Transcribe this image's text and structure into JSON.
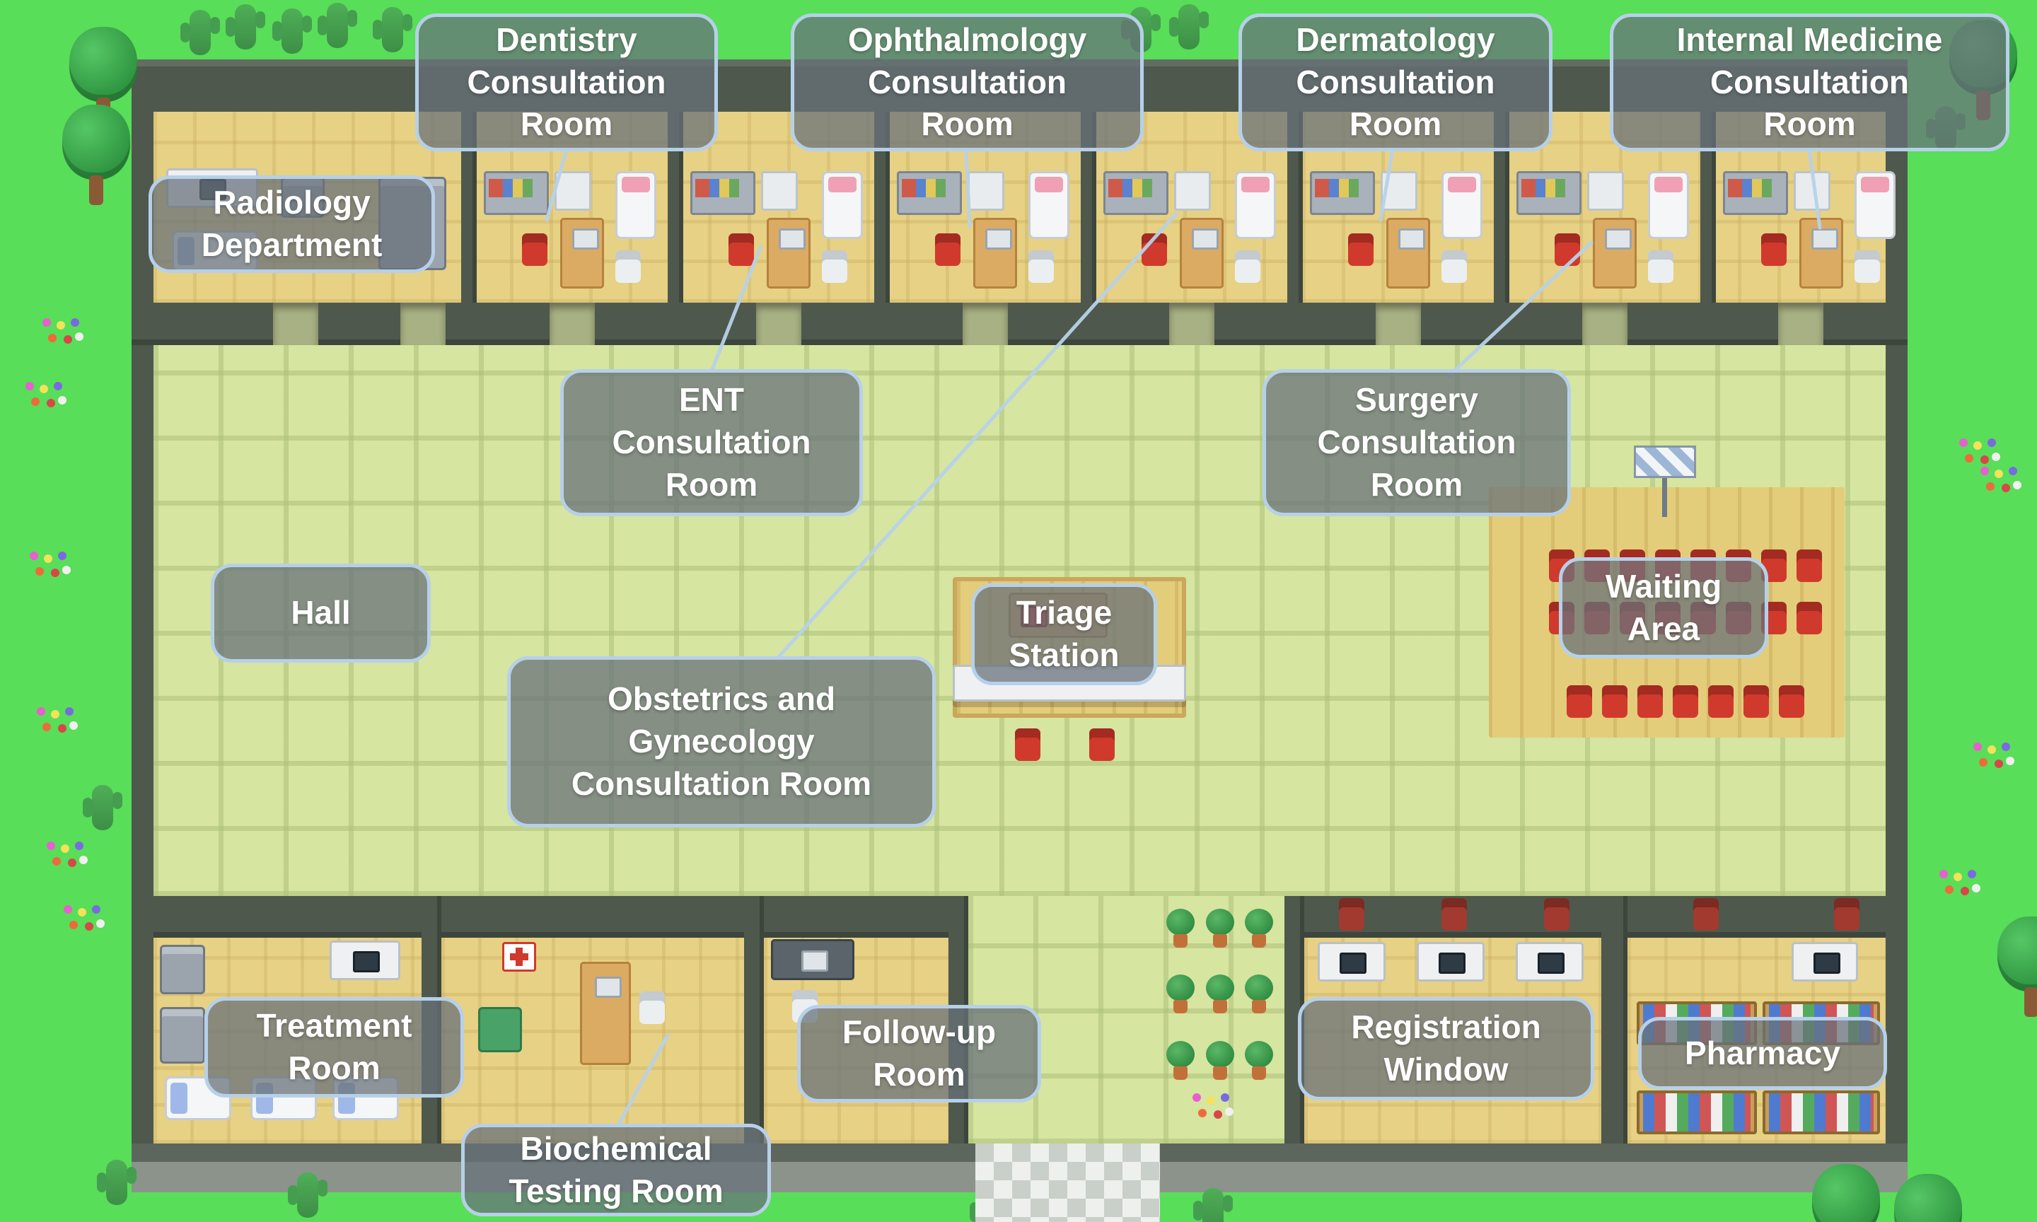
{
  "labels": {
    "dentistry": "Dentistry\nConsultation\nRoom",
    "ophthalmology": "Ophthalmology\nConsultation\nRoom",
    "dermatology": "Dermatology\nConsultation\nRoom",
    "internal_medicine": "Internal Medicine\nConsultation\nRoom",
    "radiology": "Radiology\nDepartment",
    "ent": "ENT\nConsultation\nRoom",
    "surgery": "Surgery\nConsultation\nRoom",
    "hall": "Hall",
    "triage": "Triage\nStation",
    "waiting": "Waiting\nArea",
    "obgyn": "Obstetrics and\nGynecology\nConsultation Room",
    "treatment": "Treatment\nRoom",
    "followup": "Follow-up\nRoom",
    "registration": "Registration\nWindow",
    "pharmacy": "Pharmacy",
    "biochem": "Biochemical\nTesting Room"
  },
  "colors": {
    "grass": "#58de58",
    "wall": "#4e584d",
    "room_floor": "#e7d184",
    "hall_floor": "#d6e5a0",
    "label_background": "rgba(104,114,122,0.74)",
    "label_border": "#b6d0e9",
    "leader_line": "#b7d2ea",
    "chair_red": "#cf3a2d",
    "chair_maroon": "#a23a30"
  }
}
